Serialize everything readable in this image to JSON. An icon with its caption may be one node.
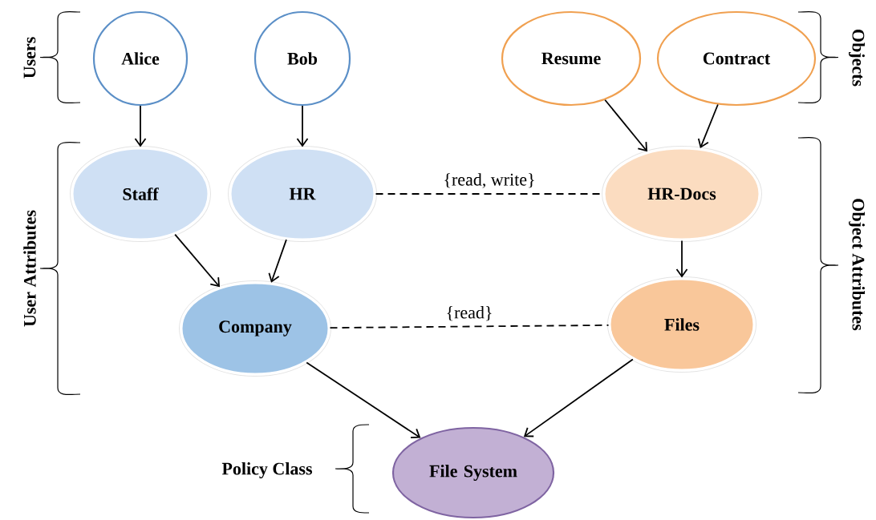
{
  "diagram": {
    "nodes": [
      {
        "text": [
          "Alice"
        ]
      },
      {
        "text": [
          "Bob"
        ]
      },
      {
        "text": [
          "Resume"
        ]
      },
      {
        "text": [
          "Contract"
        ]
      },
      {
        "text": [
          "Staff"
        ]
      },
      {
        "text": [
          "HR"
        ]
      },
      {
        "text": [
          "HR-Docs"
        ]
      },
      {
        "text": [
          "Company"
        ]
      },
      {
        "text": [
          "Files"
        ]
      },
      {
        "text": [
          "File System"
        ]
      }
    ],
    "edges": [
      {
        "from": 0,
        "to": 4,
        "arrow": "to"
      },
      {
        "from": 1,
        "to": 5,
        "arrow": "to"
      },
      {
        "from": 2,
        "to": 6,
        "arrow": "to"
      },
      {
        "from": 3,
        "to": 6,
        "arrow": "to"
      },
      {
        "from": 5,
        "to": 6,
        "arrow": "none",
        "style": "dashed",
        "label": "{read, write}"
      },
      {
        "from": 4,
        "to": 7,
        "arrow": "to"
      },
      {
        "from": 5,
        "to": 7,
        "arrow": "to"
      },
      {
        "from": 6,
        "to": 8,
        "arrow": "to"
      },
      {
        "from": 7,
        "to": 8,
        "arrow": "none",
        "style": "dashed",
        "label": "{read}"
      },
      {
        "from": 7,
        "to": 9,
        "arrow": "to"
      },
      {
        "from": 8,
        "to": 9,
        "arrow": "to"
      }
    ],
    "labels": [
      "Users",
      "Objects",
      "User Attributes",
      "Object Attributes",
      "Policy Class"
    ]
  }
}
